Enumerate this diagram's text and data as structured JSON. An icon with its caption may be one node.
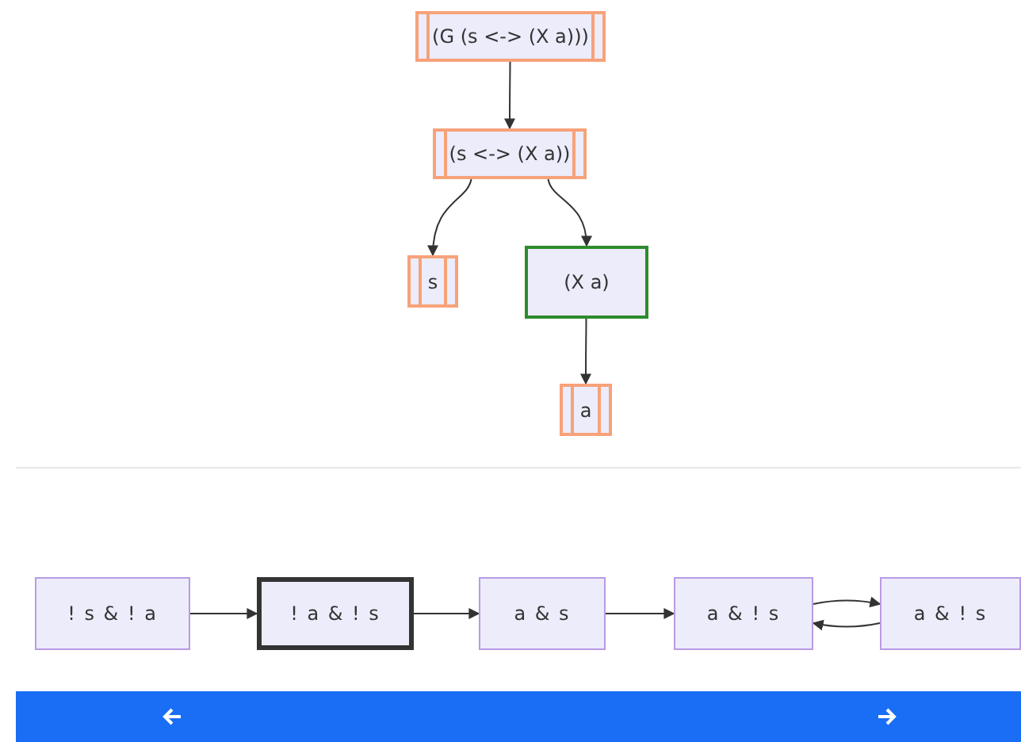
{
  "diagram": {
    "nodes": [
      {
        "text": [
          "(G (s <-> (X a)))"
        ]
      },
      {
        "text": [
          "(s <-> (X a))"
        ]
      },
      {
        "text": [
          "s"
        ]
      },
      {
        "text": [
          "(X a)"
        ]
      },
      {
        "text": [
          "a"
        ]
      },
      {
        "text": [
          "! s & ! a"
        ]
      },
      {
        "text": [
          "! a & ! s"
        ]
      },
      {
        "text": [
          "a & s"
        ]
      },
      {
        "text": [
          "a & ! s"
        ]
      },
      {
        "text": [
          "a & ! s"
        ]
      }
    ],
    "edges": [
      {
        "from": 0,
        "to": 1,
        "arrow": "to"
      },
      {
        "from": 1,
        "to": 2,
        "arrow": "to"
      },
      {
        "from": 1,
        "to": 3,
        "arrow": "to"
      },
      {
        "from": 3,
        "to": 4,
        "arrow": "to"
      },
      {
        "from": 5,
        "to": 6,
        "arrow": "to"
      },
      {
        "from": 6,
        "to": 7,
        "arrow": "to"
      },
      {
        "from": 7,
        "to": 8,
        "arrow": "to"
      },
      {
        "from": 8,
        "to": 9,
        "arrow": "to"
      },
      {
        "from": 9,
        "to": 8,
        "arrow": "to"
      }
    ]
  }
}
